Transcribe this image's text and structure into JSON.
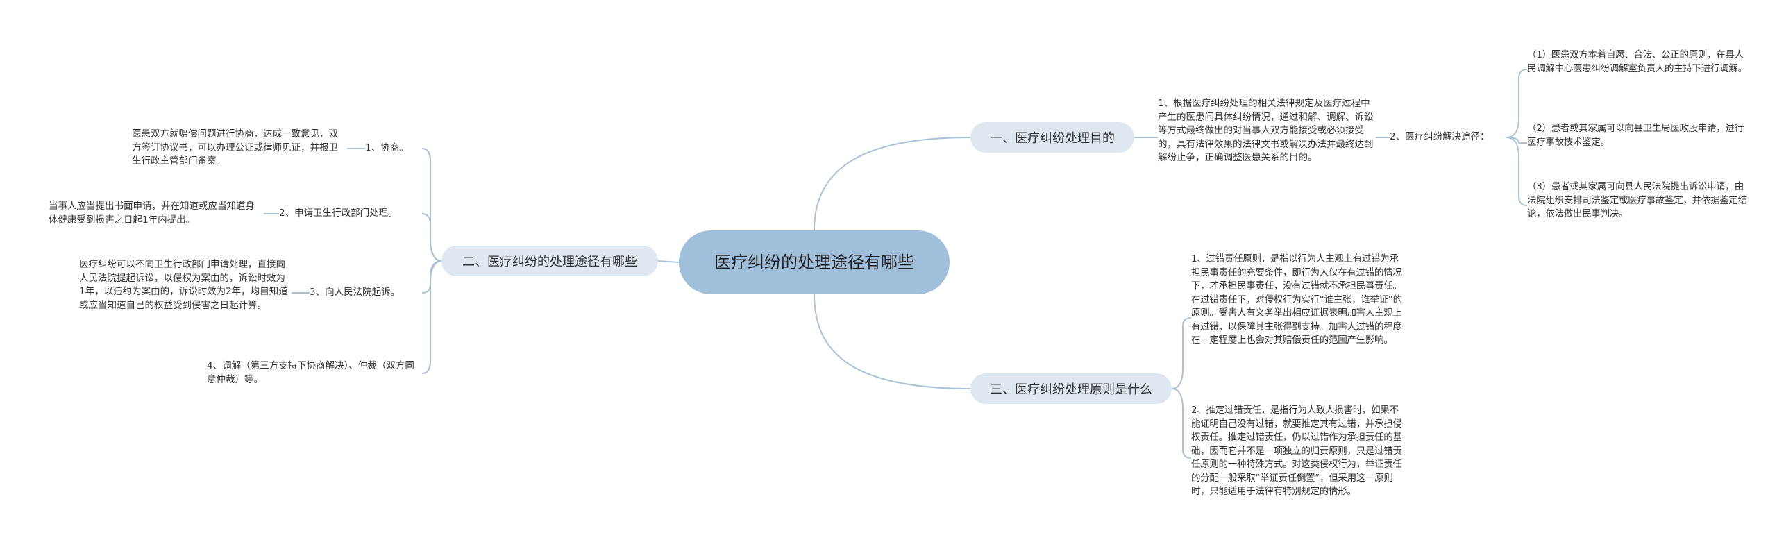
{
  "root": {
    "title": "医疗纠纷的处理途径有哪些"
  },
  "branches": [
    {
      "label": "一、医疗纠纷处理目的",
      "text": "1、根据医疗纠纷处理的相关法律规定及医疗过程中产生的医患间具体纠纷情况，通过和解、调解、诉讼等方式最终做出的对当事人双方能接受或必须接受的，具有法律效果的法律文书或解决办法并最终达到解纷止争，正确调整医患关系的目的。",
      "sub_label": "2、医疗纠纷解决途径：",
      "sub_items": [
        "（1）医患双方本着自愿、合法、公正的原则，在县人民调解中心医患纠纷调解室负责人的主持下进行调解。",
        "（2）患者或其家属可以向县卫生局医政股申请，进行医疗事故技术鉴定。",
        "（3）患者或其家属可向县人民法院提出诉讼申请，由法院组织安排司法鉴定或医疗事故鉴定，并依据鉴定结论，依法做出民事判决。"
      ]
    },
    {
      "label": "二、医疗纠纷的处理途径有哪些",
      "items": [
        {
          "label": "1、协商。",
          "detail": "医患双方就赔偿问题进行协商，达成一致意见，双方签订协议书，可以办理公证或律师见证，并报卫生行政主管部门备案。"
        },
        {
          "label": "2、申请卫生行政部门处理。",
          "detail": "当事人应当提出书面申请，并在知道或应当知道身体健康受到损害之日起1年内提出。"
        },
        {
          "label": "3、向人民法院起诉。",
          "detail": "医疗纠纷可以不向卫生行政部门申请处理，直接向人民法院提起诉讼，以侵权为案由的，诉讼时效为1年，以违约为案由的，诉讼时效为2年，均自知道或应当知道自己的权益受到侵害之日起计算。"
        },
        {
          "label": "4、调解（第三方支持下协商解决）、仲裁（双方同意仲裁）等。",
          "detail": ""
        }
      ]
    },
    {
      "label": "三、医疗纠纷处理原则是什么",
      "items": [
        "1、过错责任原则，是指以行为人主观上有过错为承担民事责任的充要条件，即行为人仅在有过错的情况下，才承担民事责任，没有过错就不承担民事责任。在过错责任下，对侵权行为实行“谁主张，谁举证”的原则。受害人有义务举出相应证据表明加害人主观上有过错，以保障其主张得到支持。加害人过错的程度在一定程度上也会对其赔偿责任的范围产生影响。",
        "2、推定过错责任，是指行为人致人损害时，如果不能证明自己没有过错，就要推定其有过错，并承担侵权责任。推定过错责任，仍以过错作为承担责任的基础，因而它并不是一项独立的归责原则，只是过错责任原则的一种特殊方式。对这类侵权行为，举证责任的分配一般采取“举证责任倒置”，但采用这一原则时，只能适用于法律有特别规定的情形。"
      ]
    }
  ],
  "colors": {
    "root_fill": "#9fbfdb",
    "branch_fill": "#dfe8f1",
    "connector": "#a9c2d8",
    "text": "#333333"
  }
}
